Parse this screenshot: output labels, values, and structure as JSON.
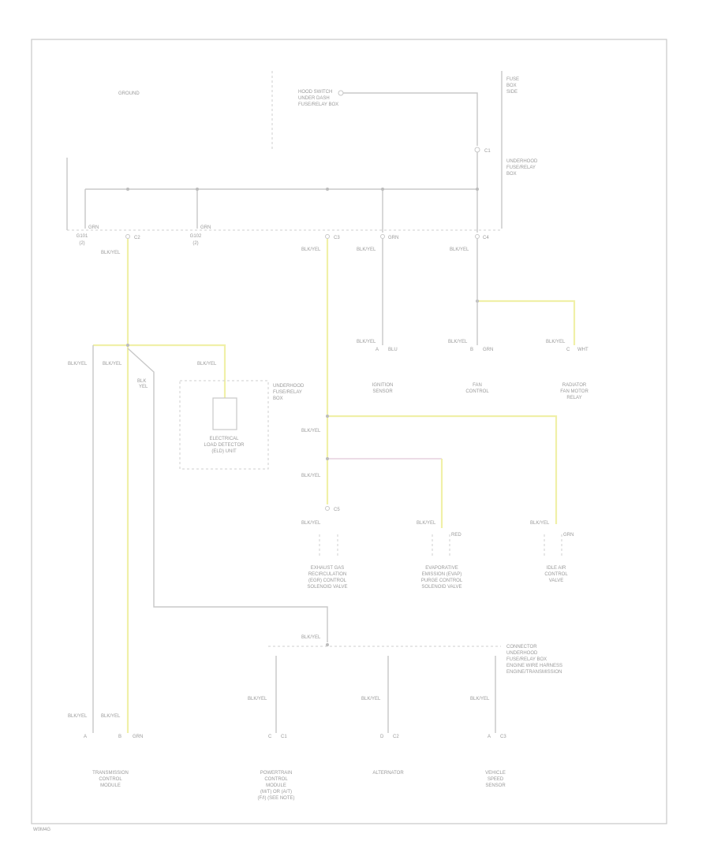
{
  "header_label": "GROUND",
  "top_splice_label": [
    "HOOD SWITCH",
    "UNDER DASH",
    "FUSE/RELAY BOX"
  ],
  "fuse_label": [
    "FUSE",
    "BOX",
    "SIDE"
  ],
  "connector_label": [
    "UNDERHOOD",
    "FUSE/RELAY",
    "BOX"
  ],
  "top_pins": [
    {
      "label": [
        "G101",
        "(2)"
      ],
      "code": "GRN"
    },
    {
      "label": [
        "G102",
        "(2)"
      ],
      "code": "GRN"
    }
  ],
  "wire_codes": {
    "blk_yel": "BLK/YEL",
    "blk": "BLK",
    "c1": "C1",
    "c2": "C2",
    "c3": "C3",
    "c4": "C4",
    "c5": "C5",
    "yel": "YEL",
    "blu": "BLU",
    "grn": "GRN",
    "wht": "WHT",
    "red": "RED"
  },
  "upper_devices": [
    {
      "name": [
        "IGNITION",
        "SENSOR"
      ]
    },
    {
      "name": [
        "FAN",
        "CONTROL"
      ]
    },
    {
      "name": [
        "RADIATOR",
        "FAN MOTOR",
        "RELAY"
      ]
    }
  ],
  "center_box": {
    "side_label": [
      "UNDERHOOD",
      "FUSE/RELAY",
      "BOX"
    ],
    "inner_label": [
      "ELECTRICAL",
      "LOAD DETECTOR",
      "(ELD) UNIT"
    ]
  },
  "middle_devices": [
    {
      "name": [
        "EXHAUST GAS",
        "RECIRCULATION",
        "(EGR) CONTROL",
        "SOLENOID VALVE"
      ]
    },
    {
      "name": [
        "EVAPORATIVE",
        "EMISSION (EVAP)",
        "PURGE CONTROL",
        "SOLENOID VALVE"
      ]
    },
    {
      "name": [
        "IDLE AIR",
        "CONTROL",
        "VALVE"
      ]
    }
  ],
  "lower_connector_label": [
    "CONNECTOR",
    "UNDERHOOD",
    "FUSE/RELAY BOX",
    "ENGINE WIRE HARNESS",
    "ENGINE/TRANSMISSION"
  ],
  "bottom_devices": [
    {
      "name": [
        "TRANSMISSION",
        "CONTROL",
        "MODULE"
      ]
    },
    {
      "name": [
        "POWERTRAIN",
        "CONTROL",
        "MODULE",
        "(M/T) OR (A/T)",
        "(F/I) (SEE NOTE)"
      ]
    },
    {
      "name": [
        "ALTERNATOR"
      ]
    },
    {
      "name": [
        "VEHICLE",
        "SPEED",
        "SENSOR"
      ]
    }
  ],
  "pin_codes": {
    "a": "A",
    "b": "B",
    "c": "C",
    "d": "D"
  },
  "figure_code": "W0M4G"
}
